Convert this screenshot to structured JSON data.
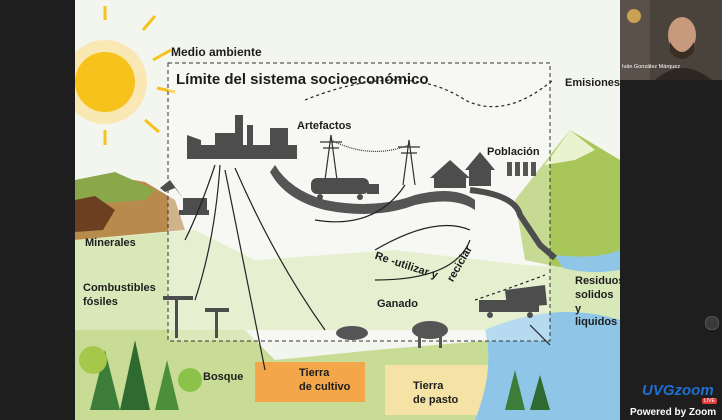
{
  "slide": {
    "environment_label": "Medio ambiente",
    "system_title": "Límite del sistema socioeconómico",
    "emissions": "Emisiones",
    "artifacts": "Artefactos",
    "population": "Población",
    "minerals": "Minerales",
    "fossil_fuels_line1": "Combustibles",
    "fossil_fuels_line2": "fósiles",
    "recycle_line1": "Re -utilizar y",
    "recycle_line2": "reciclar",
    "livestock": "Ganado",
    "waste_line1": "Residuos",
    "waste_line2": "solidos",
    "waste_line3": "y liquidos",
    "forest": "Bosque",
    "cropland_line1": "Tierra",
    "cropland_line2": "de cultivo",
    "pasture_line1": "Tierra",
    "pasture_line2": "de pasto"
  },
  "participant": {
    "name": "Iván González Márquez"
  },
  "zoom": {
    "brand": "UVGzoom",
    "live_badge": "LIVE",
    "powered_by": "Powered by Zoom"
  },
  "colors": {
    "sun": "#f6c21b",
    "accent_orange": "#e28a1f",
    "water": "#8fc6e8",
    "grass": "#8cc24a",
    "mountain": "#a8c65a",
    "zoom_blue": "#1f6fd1"
  }
}
